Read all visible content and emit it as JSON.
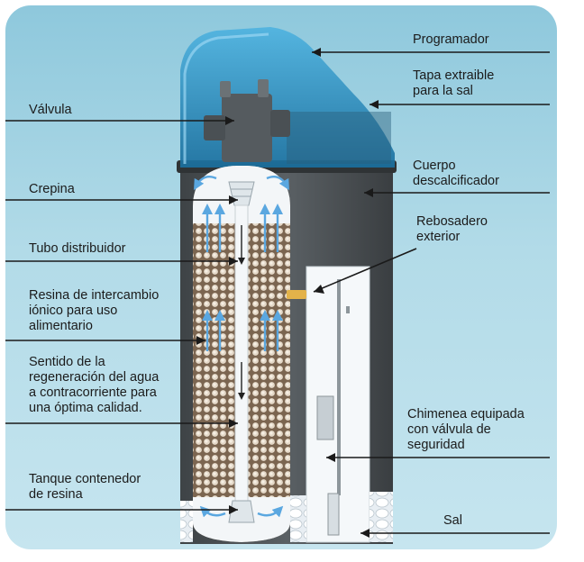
{
  "labels": {
    "programador": "Programador",
    "tapa": "Tapa extraible\npara la sal",
    "valvula": "Válvula",
    "cuerpo": "Cuerpo\ndescalcificador",
    "crepina": "Crepina",
    "rebosadero": "Rebosadero\nexterior",
    "tubo": "Tubo distribuidor",
    "resina": "Resina de intercambio\niónico para uso\nalimentario",
    "sentido": "Sentido de la\nregeneración del agua\na contracorriente para\nuna óptima calidad.",
    "chimenea": "Chimenea equipada\ncon válvula de\nseguridad",
    "tanque": "Tanque contenedor\nde resina",
    "sal": "Sal"
  },
  "colors": {
    "background_panel": "#a9d6e6",
    "cabinet": "#4a4f52",
    "lid": "#2b8fc4",
    "resin": "#8a7560",
    "flow_arrows": "#5aa7e0",
    "leader_lines": "#1a1a1a"
  }
}
